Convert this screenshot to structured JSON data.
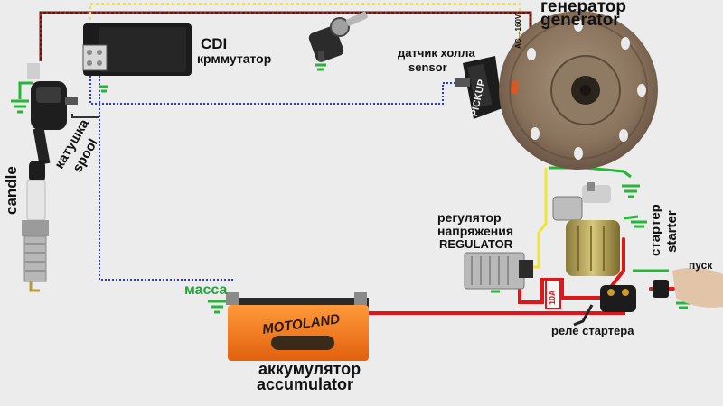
{
  "labels": {
    "generator_ru": "генератор",
    "generator_en": "generator",
    "cdi": "CDI",
    "commutator_ru": "крммутатор",
    "hall_ru": "датчик холла",
    "sensor_en": "sensor",
    "pickup": "PICKUP",
    "spool_ru": "катушка",
    "spool_en": "spool",
    "candle_en": "candle",
    "regulator_ru1": "регулятор",
    "regulator_ru2": "напряжения",
    "regulator_en": "REGULATOR",
    "starter_ru": "стартер",
    "starter_en": "starter",
    "start_ru": "пуск",
    "mass_ru": "масса",
    "accumulator_ru": "аккумулятор",
    "accumulator_en": "accumulator",
    "relay_ru": "реле стартера",
    "fuse": "10A",
    "battery_brand": "MOTOLAND",
    "ac_voltage": "AC→160V"
  },
  "colors": {
    "background": "#ececec",
    "wire_red": "#e0161b",
    "wire_yellow": "#f2e33a",
    "wire_blackred": "#5a1a12",
    "wire_blue_dotted": "#2a3cc9",
    "ground_green": "#27b53a",
    "battery_orange": "#f57a1e",
    "label_green": "#1fa83a"
  }
}
